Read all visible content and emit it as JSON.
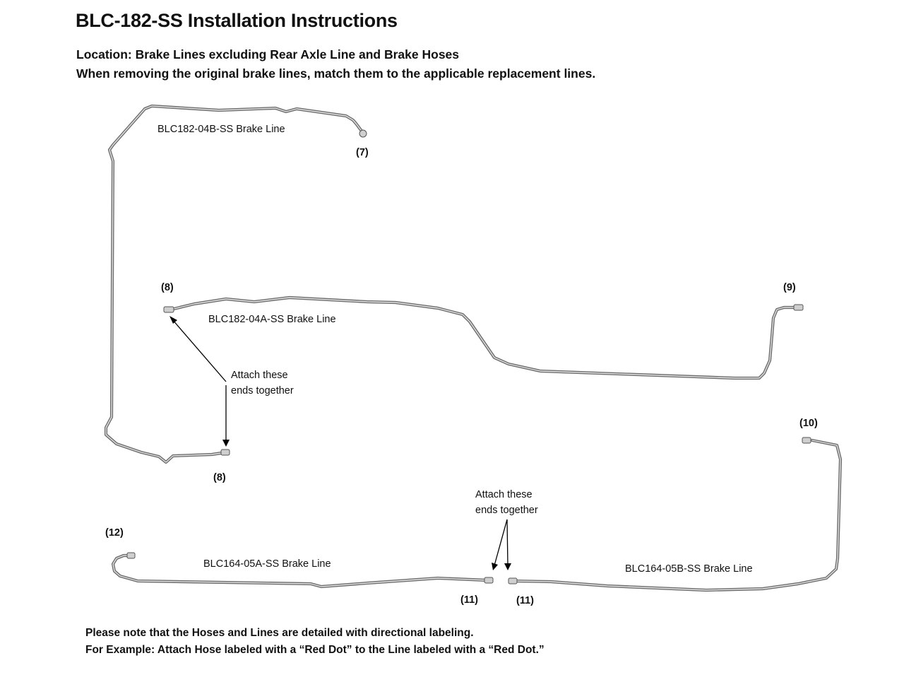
{
  "header": {
    "title": "BLC-182-SS Installation Instructions",
    "location_line": "Location: Brake Lines excluding Rear Axle Line and Brake Hoses",
    "instruction_line": "When removing the original brake lines, match them to the applicable replacement lines."
  },
  "lines": {
    "blc182_04b": {
      "label": "BLC182-04B-SS Brake Line",
      "end_top": "(7)",
      "end_bottom": "(8)"
    },
    "blc182_04a": {
      "label": "BLC182-04A-SS Brake Line",
      "end_left": "(8)",
      "end_right": "(9)"
    },
    "blc164_05a": {
      "label": "BLC164-05A-SS Brake Line",
      "end_left": "(12)",
      "end_right": "(11)"
    },
    "blc164_05b": {
      "label": "BLC164-05B-SS Brake Line",
      "end_left": "(11)",
      "end_top": "(10)"
    }
  },
  "notes": {
    "attach_upper_line1": "Attach these",
    "attach_upper_line2": "ends together",
    "attach_lower_line1": "Attach these",
    "attach_lower_line2": "ends together"
  },
  "footer": {
    "line1": "Please note that the Hoses and Lines are detailed with directional labeling.",
    "line2": "For Example: Attach Hose labeled with a “Red Dot” to the Line labeled with a “Red Dot.”"
  },
  "colors": {
    "tube": "#6e6e6e",
    "tube_highlight": "#e2e2e2",
    "text": "#111111"
  }
}
